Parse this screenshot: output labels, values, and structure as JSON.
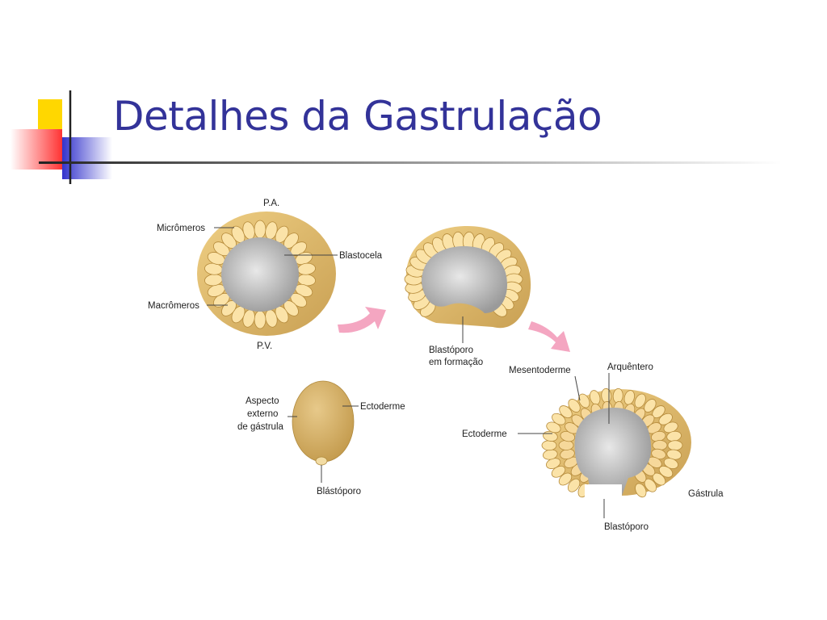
{
  "slide": {
    "title": "Detalhes da Gastrulação",
    "colors": {
      "title": "#333399",
      "accent_yellow": "#ffd700",
      "accent_red": "#ff3333",
      "accent_blue": "#3333cc",
      "cell_fill": "#f6d89a",
      "cavity": "#c4c4c4",
      "arrow": "#f4a6c1"
    }
  },
  "diagram": {
    "blastula": {
      "top_label": "P.A.",
      "bottom_label": "P.V.",
      "micromeres": "Micrômeros",
      "macromeres": "Macrômeros",
      "blastocoel": "Blastocela"
    },
    "early_gastrula": {
      "blastopore_line1": "Blastóporo",
      "blastopore_line2": "em formação"
    },
    "external": {
      "aspect_line1": "Aspecto",
      "aspect_line2": "externo",
      "aspect_line3": "de gástrula",
      "ectoderm": "Ectoderme",
      "blastopore": "Blástóporo"
    },
    "gastrula": {
      "mesentoderm": "Mesentoderme",
      "archenteron": "Arquêntero",
      "ectoderm": "Ectoderme",
      "name": "Gástrula",
      "blastopore": "Blastóporo"
    }
  }
}
